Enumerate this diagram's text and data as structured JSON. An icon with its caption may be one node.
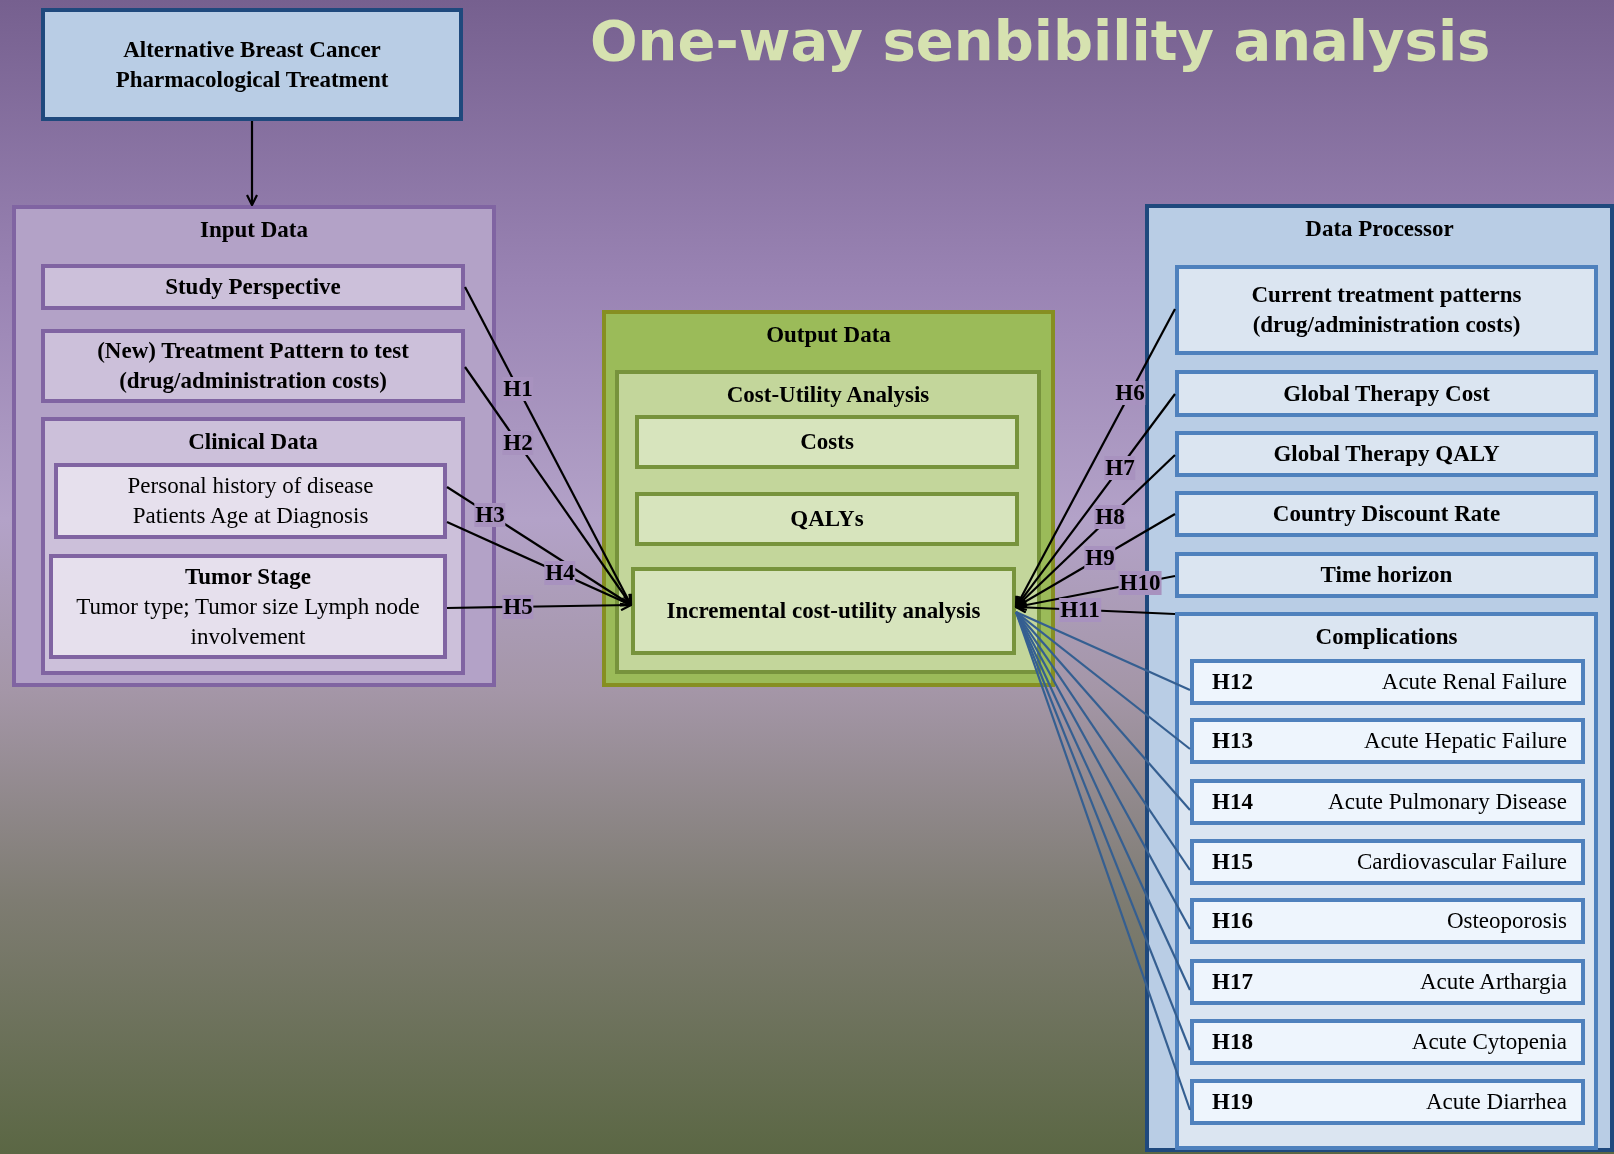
{
  "diagram": {
    "title": "One-way senbibility analysis",
    "nodes": [
      {
        "text": [
          "Alternative Breast Cancer Pharmacological Treatment"
        ]
      },
      {
        "text": [
          "Input Data"
        ]
      },
      {
        "text": [
          "Study Perspective"
        ],
        "in": 1
      },
      {
        "text": [
          "(New) Treatment Pattern to test (drug/administration costs)"
        ],
        "in": 1
      },
      {
        "text": [
          "Clinical Data"
        ],
        "in": 1
      },
      {
        "text": [
          "Personal history of disease",
          "Patients Age at Diagnosis"
        ],
        "in": 4
      },
      {
        "text": [
          "Tumor Stage",
          "Tumor type; Tumor size Lymph node involvement"
        ],
        "in": 4
      },
      {
        "text": [
          "Output Data"
        ]
      },
      {
        "text": [
          "Cost-Utility Analysis"
        ],
        "in": 7
      },
      {
        "text": [
          "Costs"
        ],
        "in": 8
      },
      {
        "text": [
          "QALYs"
        ],
        "in": 8
      },
      {
        "text": [
          "Incremental cost-utility analysis"
        ],
        "in": 8
      },
      {
        "text": [
          "Data Processor"
        ]
      },
      {
        "text": [
          "Current treatment patterns (drug/administration costs)"
        ],
        "in": 12
      },
      {
        "text": [
          "Global Therapy Cost"
        ],
        "in": 12
      },
      {
        "text": [
          "Global Therapy QALY"
        ],
        "in": 12
      },
      {
        "text": [
          "Country Discount Rate"
        ],
        "in": 12
      },
      {
        "text": [
          "Time horizon"
        ],
        "in": 12
      },
      {
        "text": [
          "Complications"
        ],
        "in": 12
      },
      {
        "text": [
          "H12",
          "Acute Renal Failure"
        ],
        "in": 18
      },
      {
        "text": [
          "H13",
          "Acute Hepatic Failure"
        ],
        "in": 18
      },
      {
        "text": [
          "H14",
          "Acute Pulmonary Disease"
        ],
        "in": 18
      },
      {
        "text": [
          "H15",
          "Cardiovascular Failure"
        ],
        "in": 18
      },
      {
        "text": [
          "H16",
          "Osteoporosis"
        ],
        "in": 18
      },
      {
        "text": [
          "H17",
          "Acute Arthargia"
        ],
        "in": 18
      },
      {
        "text": [
          "H18",
          "Acute Cytopenia"
        ],
        "in": 18
      },
      {
        "text": [
          "H19",
          "Acute Diarrhea"
        ],
        "in": 18
      }
    ],
    "edges": [
      {
        "from": 0,
        "to": 1,
        "arrow": "to"
      },
      {
        "from": 2,
        "to": 11,
        "arrow": "to",
        "label": "H1"
      },
      {
        "from": 3,
        "to": 11,
        "arrow": "to",
        "label": "H2"
      },
      {
        "from": 5,
        "to": 11,
        "arrow": "to",
        "label": "H3"
      },
      {
        "from": 5,
        "to": 11,
        "arrow": "to",
        "label": "H4"
      },
      {
        "from": 6,
        "to": 11,
        "arrow": "to",
        "label": "H5"
      },
      {
        "from": 13,
        "to": 11,
        "arrow": "to",
        "label": "H6"
      },
      {
        "from": 14,
        "to": 11,
        "arrow": "to",
        "label": "H7"
      },
      {
        "from": 15,
        "to": 11,
        "arrow": "to",
        "label": "H8"
      },
      {
        "from": 16,
        "to": 11,
        "arrow": "to",
        "label": "H9"
      },
      {
        "from": 17,
        "to": 11,
        "arrow": "to",
        "label": "H10"
      },
      {
        "from": 18,
        "to": 11,
        "arrow": "to",
        "label": "H11"
      },
      {
        "from": 19,
        "to": 11,
        "arrow": "none",
        "color": "#355f91"
      },
      {
        "from": 20,
        "to": 11,
        "arrow": "none",
        "color": "#355f91"
      },
      {
        "from": 21,
        "to": 11,
        "arrow": "none",
        "color": "#355f91"
      },
      {
        "from": 22,
        "to": 11,
        "arrow": "none",
        "color": "#355f91"
      },
      {
        "from": 23,
        "to": 11,
        "arrow": "none",
        "color": "#355f91"
      },
      {
        "from": 24,
        "to": 11,
        "arrow": "none",
        "color": "#355f91"
      },
      {
        "from": 25,
        "to": 11,
        "arrow": "none",
        "color": "#355f91"
      },
      {
        "from": 26,
        "to": 11,
        "arrow": "none",
        "color": "#355f91"
      }
    ]
  }
}
